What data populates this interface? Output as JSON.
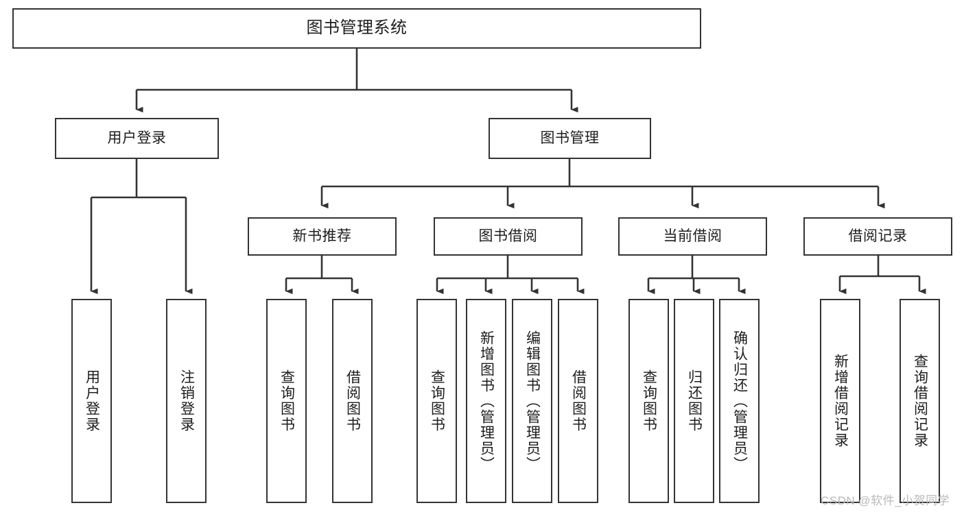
{
  "diagram": {
    "title": "图书管理系统",
    "type": "hierarchy-tree",
    "orientation": "top-down",
    "colors": {
      "node_border": "#333333",
      "node_fill": "#ffffff",
      "edge": "#333333",
      "text": "#1d1d1d",
      "watermark": "#b9b9b9",
      "background": "#ffffff"
    },
    "watermark": "CSDN @软件_小贺同学",
    "nodes": {
      "root": {
        "label": "图书管理系统"
      },
      "level2": [
        {
          "id": "user-login",
          "label": "用户登录"
        },
        {
          "id": "book-manage",
          "label": "图书管理"
        }
      ],
      "level3": [
        {
          "id": "new-book-rec",
          "label": "新书推荐"
        },
        {
          "id": "book-borrow",
          "label": "图书借阅"
        },
        {
          "id": "current-borrow",
          "label": "当前借阅"
        },
        {
          "id": "borrow-record",
          "label": "借阅记录"
        }
      ],
      "leaves": {
        "user_login": [
          {
            "id": "leaf-user-login",
            "label": "用户登录"
          },
          {
            "id": "leaf-logout",
            "label": "注销登录"
          }
        ],
        "new_book_rec": [
          {
            "id": "leaf-query-book-1",
            "label": "查询图书"
          },
          {
            "id": "leaf-borrow-book-1",
            "label": "借阅图书"
          }
        ],
        "book_borrow": [
          {
            "id": "leaf-query-book-2",
            "label": "查询图书"
          },
          {
            "id": "leaf-add-book",
            "label": "新增图书（管理员）"
          },
          {
            "id": "leaf-edit-book",
            "label": "编辑图书（管理员）"
          },
          {
            "id": "leaf-borrow-book-2",
            "label": "借阅图书"
          }
        ],
        "current_borrow": [
          {
            "id": "leaf-query-book-3",
            "label": "查询图书"
          },
          {
            "id": "leaf-return-book",
            "label": "归还图书"
          },
          {
            "id": "leaf-confirm-return",
            "label": "确认归还（管理员）"
          }
        ],
        "borrow_record": [
          {
            "id": "leaf-add-record",
            "label": "新增借阅记录"
          },
          {
            "id": "leaf-query-record",
            "label": "查询借阅记录"
          }
        ]
      }
    }
  }
}
